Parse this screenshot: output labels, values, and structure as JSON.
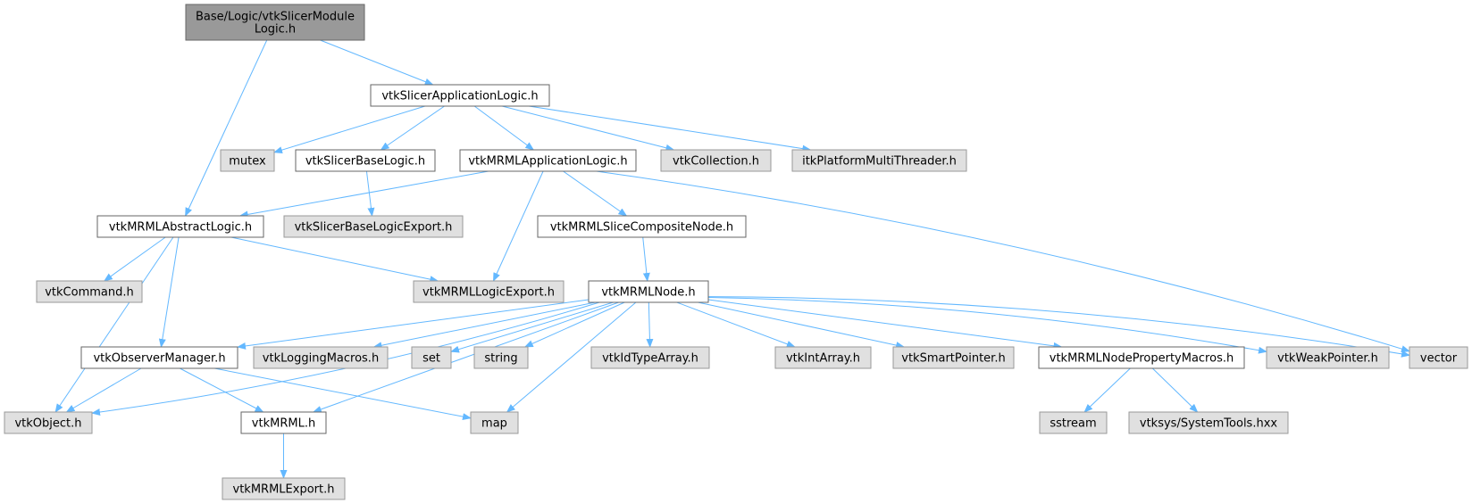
{
  "title": "Base/Logic/vtkSlicerModuleLogic.h include dependency graph",
  "nodes": [
    {
      "id": "root",
      "lines": [
        "Base/Logic/vtkSlicerModule",
        "Logic.h"
      ],
      "style": "root"
    },
    {
      "id": "app",
      "lines": [
        "vtkSlicerApplicationLogic.h"
      ],
      "style": "doc"
    },
    {
      "id": "mutex",
      "lines": [
        "mutex"
      ],
      "style": "ext"
    },
    {
      "id": "baselogic",
      "lines": [
        "vtkSlicerBaseLogic.h"
      ],
      "style": "doc"
    },
    {
      "id": "mrmlapp",
      "lines": [
        "vtkMRMLApplicationLogic.h"
      ],
      "style": "doc"
    },
    {
      "id": "collection",
      "lines": [
        "vtkCollection.h"
      ],
      "style": "ext"
    },
    {
      "id": "itkpmt",
      "lines": [
        "itkPlatformMultiThreader.h"
      ],
      "style": "ext"
    },
    {
      "id": "abstract",
      "lines": [
        "vtkMRMLAbstractLogic.h"
      ],
      "style": "doc"
    },
    {
      "id": "baseexport",
      "lines": [
        "vtkSlicerBaseLogicExport.h"
      ],
      "style": "ext"
    },
    {
      "id": "slicecomp",
      "lines": [
        "vtkMRMLSliceCompositeNode.h"
      ],
      "style": "doc"
    },
    {
      "id": "command",
      "lines": [
        "vtkCommand.h"
      ],
      "style": "ext"
    },
    {
      "id": "logicexport",
      "lines": [
        "vtkMRMLLogicExport.h"
      ],
      "style": "ext"
    },
    {
      "id": "mrmlnode",
      "lines": [
        "vtkMRMLNode.h"
      ],
      "style": "doc"
    },
    {
      "id": "observer",
      "lines": [
        "vtkObserverManager.h"
      ],
      "style": "doc"
    },
    {
      "id": "logging",
      "lines": [
        "vtkLoggingMacros.h"
      ],
      "style": "ext"
    },
    {
      "id": "set",
      "lines": [
        "set"
      ],
      "style": "ext"
    },
    {
      "id": "string",
      "lines": [
        "string"
      ],
      "style": "ext"
    },
    {
      "id": "idtype",
      "lines": [
        "vtkIdTypeArray.h"
      ],
      "style": "ext"
    },
    {
      "id": "intarray",
      "lines": [
        "vtkIntArray.h"
      ],
      "style": "ext"
    },
    {
      "id": "smartptr",
      "lines": [
        "vtkSmartPointer.h"
      ],
      "style": "ext"
    },
    {
      "id": "propmacros",
      "lines": [
        "vtkMRMLNodePropertyMacros.h"
      ],
      "style": "doc"
    },
    {
      "id": "weakptr",
      "lines": [
        "vtkWeakPointer.h"
      ],
      "style": "ext"
    },
    {
      "id": "vector",
      "lines": [
        "vector"
      ],
      "style": "ext"
    },
    {
      "id": "object",
      "lines": [
        "vtkObject.h"
      ],
      "style": "ext"
    },
    {
      "id": "mrmlh",
      "lines": [
        "vtkMRML.h"
      ],
      "style": "doc"
    },
    {
      "id": "map",
      "lines": [
        "map"
      ],
      "style": "ext"
    },
    {
      "id": "sstream",
      "lines": [
        "sstream"
      ],
      "style": "ext"
    },
    {
      "id": "systools",
      "lines": [
        "vtksys/SystemTools.hxx"
      ],
      "style": "ext"
    },
    {
      "id": "mrmlexport",
      "lines": [
        "vtkMRMLExport.h"
      ],
      "style": "ext"
    }
  ],
  "edges": [
    [
      "root",
      "abstract"
    ],
    [
      "root",
      "app"
    ],
    [
      "app",
      "mutex"
    ],
    [
      "app",
      "baselogic"
    ],
    [
      "app",
      "mrmlapp"
    ],
    [
      "app",
      "collection"
    ],
    [
      "app",
      "itkpmt"
    ],
    [
      "baselogic",
      "baseexport"
    ],
    [
      "mrmlapp",
      "abstract"
    ],
    [
      "mrmlapp",
      "logicexport"
    ],
    [
      "mrmlapp",
      "slicecomp"
    ],
    [
      "mrmlapp",
      "vector"
    ],
    [
      "abstract",
      "object"
    ],
    [
      "abstract",
      "command"
    ],
    [
      "abstract",
      "observer"
    ],
    [
      "abstract",
      "logicexport"
    ],
    [
      "slicecomp",
      "mrmlnode"
    ],
    [
      "mrmlnode",
      "object"
    ],
    [
      "mrmlnode",
      "observer"
    ],
    [
      "mrmlnode",
      "logging"
    ],
    [
      "mrmlnode",
      "set"
    ],
    [
      "mrmlnode",
      "string"
    ],
    [
      "mrmlnode",
      "mrmlh"
    ],
    [
      "mrmlnode",
      "idtype"
    ],
    [
      "mrmlnode",
      "map"
    ],
    [
      "mrmlnode",
      "intarray"
    ],
    [
      "mrmlnode",
      "smartptr"
    ],
    [
      "mrmlnode",
      "propmacros"
    ],
    [
      "mrmlnode",
      "weakptr"
    ],
    [
      "mrmlnode",
      "vector"
    ],
    [
      "observer",
      "object"
    ],
    [
      "observer",
      "mrmlh"
    ],
    [
      "observer",
      "map"
    ],
    [
      "propmacros",
      "sstream"
    ],
    [
      "propmacros",
      "systools"
    ],
    [
      "mrmlh",
      "mrmlexport"
    ]
  ],
  "colors": {
    "edge": "#63b8ff",
    "root_fill": "#999999",
    "root_stroke": "#666666",
    "doc_fill": "#ffffff",
    "doc_stroke": "#666666",
    "ext_fill": "#e0e0e0",
    "ext_stroke": "#999999"
  }
}
